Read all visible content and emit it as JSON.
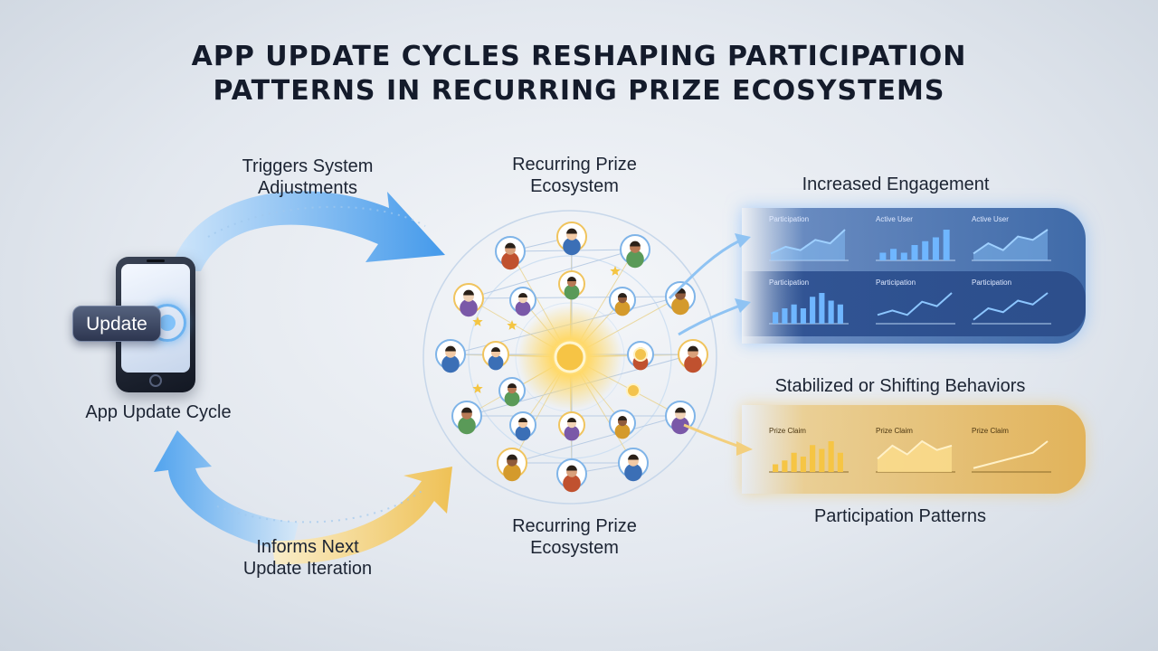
{
  "title": {
    "line1": "APP UPDATE CYCLES RESHAPING PARTICIPATION",
    "line2": "PATTERNS IN RECURRING PRIZE ECOSYSTEMS"
  },
  "labels": {
    "triggers": {
      "line1": "Triggers System",
      "line2": "Adjustments"
    },
    "ecosystem_top": {
      "line1": "Recurring Prize",
      "line2": "Ecosystem"
    },
    "ecosystem_bottom": {
      "line1": "Recurring Prize",
      "line2": "Ecosystem"
    },
    "app_update_cycle": "App Update Cycle",
    "informs": {
      "line1": "Informs Next",
      "line2": "Update Iteration"
    },
    "increased_engagement": "Increased Engagement",
    "stabilized": "Stabilized or Shifting Behaviors",
    "participation_patterns": "Participation Patterns"
  },
  "phone": {
    "update_button": "Update"
  },
  "mini_charts": {
    "row1": [
      {
        "title": "Participation",
        "type": "area",
        "values": [
          2,
          4,
          3,
          6,
          5,
          9
        ]
      },
      {
        "title": "Active User",
        "type": "bar",
        "values": [
          2,
          3,
          2,
          4,
          5,
          6,
          8
        ]
      },
      {
        "title": "Active User",
        "type": "area",
        "values": [
          2,
          5,
          3,
          7,
          6,
          9
        ]
      }
    ],
    "row2": [
      {
        "title": "Participation",
        "type": "bar",
        "values": [
          3,
          4,
          5,
          4,
          7,
          8,
          6,
          5
        ]
      },
      {
        "title": "Participation",
        "type": "line",
        "values": [
          2,
          3,
          2,
          5,
          4,
          7
        ]
      },
      {
        "title": "Participation",
        "type": "line",
        "values": [
          1,
          4,
          3,
          6,
          5,
          8
        ]
      }
    ],
    "row3": [
      {
        "title": "Prize Claim",
        "type": "bar",
        "values": [
          2,
          3,
          5,
          4,
          7,
          6,
          8,
          5
        ]
      },
      {
        "title": "Prize Claim",
        "type": "area",
        "values": [
          3,
          6,
          4,
          7,
          5,
          6
        ]
      },
      {
        "title": "Prize Claim",
        "type": "line",
        "values": [
          1,
          2,
          3,
          4,
          5,
          8
        ]
      }
    ]
  },
  "colors": {
    "blue_arrow": "#4da3ef",
    "gold_arrow": "#f0c45e",
    "node_core": "#f6c445",
    "blue_flow": "#3f6aa8",
    "gold_flow": "#e2b35a"
  },
  "icons": {
    "phone": "smartphone-icon",
    "avatar": "person-avatar-icon",
    "star": "star-icon",
    "coin": "coin-icon"
  }
}
